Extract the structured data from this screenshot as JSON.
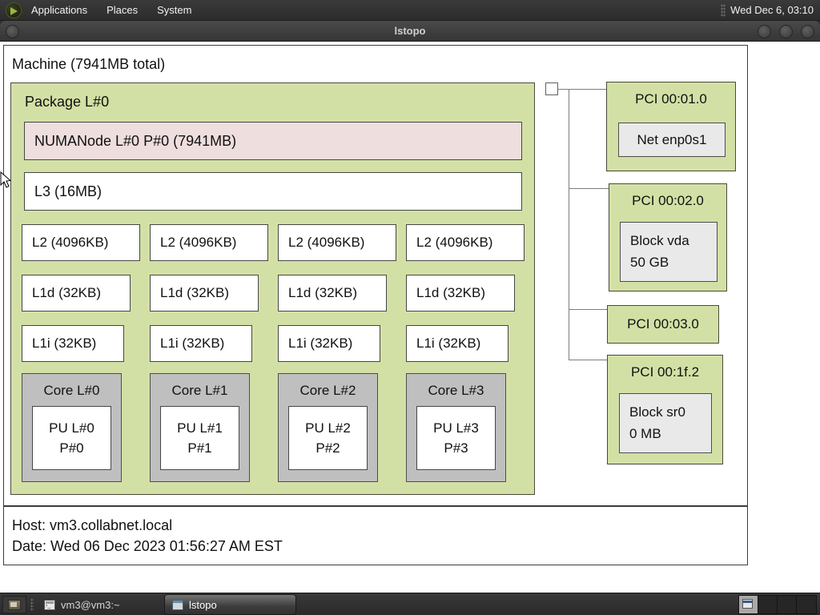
{
  "panel": {
    "menus": [
      "Applications",
      "Places",
      "System"
    ],
    "clock": "Wed Dec 6, 03:10"
  },
  "window": {
    "title": "lstopo"
  },
  "topology": {
    "machine_label": "Machine (7941MB total)",
    "package_label": "Package L#0",
    "numa_label": "NUMANode L#0 P#0 (7941MB)",
    "l3_label": "L3 (16MB)",
    "l2_labels": [
      "L2 (4096KB)",
      "L2 (4096KB)",
      "L2 (4096KB)",
      "L2 (4096KB)"
    ],
    "l1d_labels": [
      "L1d (32KB)",
      "L1d (32KB)",
      "L1d (32KB)",
      "L1d (32KB)"
    ],
    "l1i_labels": [
      "L1i (32KB)",
      "L1i (32KB)",
      "L1i (32KB)",
      "L1i (32KB)"
    ],
    "cores": [
      {
        "label": "Core L#0",
        "pu": [
          "PU L#0",
          "P#0"
        ]
      },
      {
        "label": "Core L#1",
        "pu": [
          "PU L#1",
          "P#1"
        ]
      },
      {
        "label": "Core L#2",
        "pu": [
          "PU L#2",
          "P#2"
        ]
      },
      {
        "label": "Core L#3",
        "pu": [
          "PU L#3",
          "P#3"
        ]
      }
    ],
    "pci_devices": [
      {
        "label": "PCI 00:01.0",
        "device_lines": [
          "Net enp0s1"
        ]
      },
      {
        "label": "PCI 00:02.0",
        "device_lines": [
          "Block vda",
          "50 GB"
        ]
      },
      {
        "label": "PCI 00:03.0",
        "device_lines": []
      },
      {
        "label": "PCI 00:1f.2",
        "device_lines": [
          "Block sr0",
          "0 MB"
        ]
      }
    ],
    "legend": {
      "host": "Host: vm3.collabnet.local",
      "date": "Date: Wed 06 Dec 2023 01:56:27 AM EST"
    }
  },
  "taskbar": {
    "tasks": [
      "vm3@vm3:~",
      "lstopo"
    ],
    "workspace_count": 4
  },
  "colors": {
    "package_green": "#d3e0a5",
    "numa_pink": "#efdede",
    "core_gray": "#bfbfbf",
    "device_gray": "#e9e9e9",
    "canvas_white": "#ffffff",
    "panel_dark": "#2e2e2e"
  }
}
